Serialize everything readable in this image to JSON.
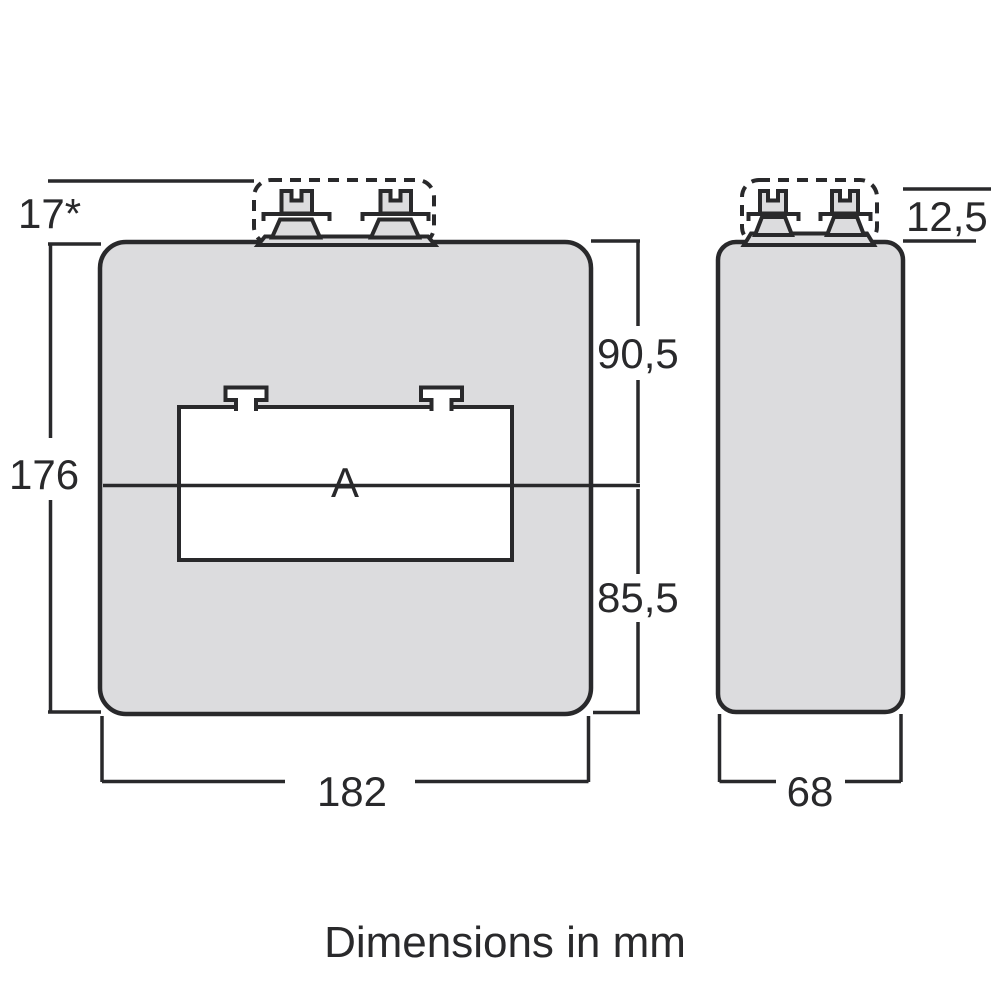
{
  "diagram": {
    "caption": "Dimensions in mm",
    "front_view": {
      "name": "front view of transformer body",
      "window_label": "A",
      "dimensions": {
        "terminal_height": "17*",
        "overall_height": "176",
        "overall_width": "182",
        "center_to_top": "90,5",
        "center_to_bottom": "85,5"
      }
    },
    "side_view": {
      "name": "side view of transformer body",
      "dimensions": {
        "terminal_height": "12,5",
        "depth": "68"
      }
    },
    "colors": {
      "body_fill": "#dcdcde",
      "outline": "#29292b",
      "background": "#ffffff"
    }
  }
}
